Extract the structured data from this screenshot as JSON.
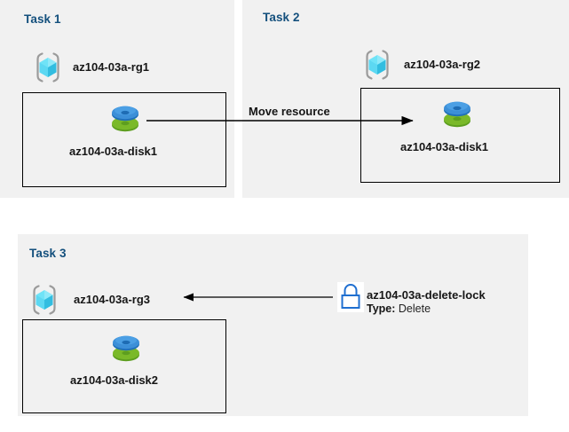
{
  "diagram": {
    "title": "Azure resource group tasks diagram",
    "background_color": "#ffffff",
    "panel_color": "#f1f1f1",
    "title_color": "#14507d",
    "accent_blue": "#3c8fd8",
    "accent_green": "#7ab929",
    "lock_blue": "#1f6fd0",
    "panels": [
      {
        "id": "task1",
        "title": "Task 1",
        "resource_group": {
          "name": "az104-03a-rg1",
          "icon": "resource-group-icon"
        },
        "resource": {
          "name": "az104-03a-disk1",
          "icon": "managed-disk-icon"
        }
      },
      {
        "id": "task2",
        "title": "Task 2",
        "resource_group": {
          "name": "az104-03a-rg2",
          "icon": "resource-group-icon"
        },
        "resource": {
          "name": "az104-03a-disk1",
          "icon": "managed-disk-icon"
        }
      },
      {
        "id": "task3",
        "title": "Task 3",
        "resource_group": {
          "name": "az104-03a-rg3",
          "icon": "resource-group-icon"
        },
        "resource": {
          "name": "az104-03a-disk2",
          "icon": "managed-disk-icon"
        },
        "lock": {
          "name": "az104-03a-delete-lock",
          "icon": "lock-icon",
          "type_key": "Type:",
          "type_value": "Delete"
        }
      }
    ],
    "connectors": [
      {
        "id": "move-resource",
        "label": "Move resource",
        "direction": "left-to-right"
      },
      {
        "id": "apply-lock",
        "label": "",
        "direction": "right-to-left"
      }
    ]
  }
}
